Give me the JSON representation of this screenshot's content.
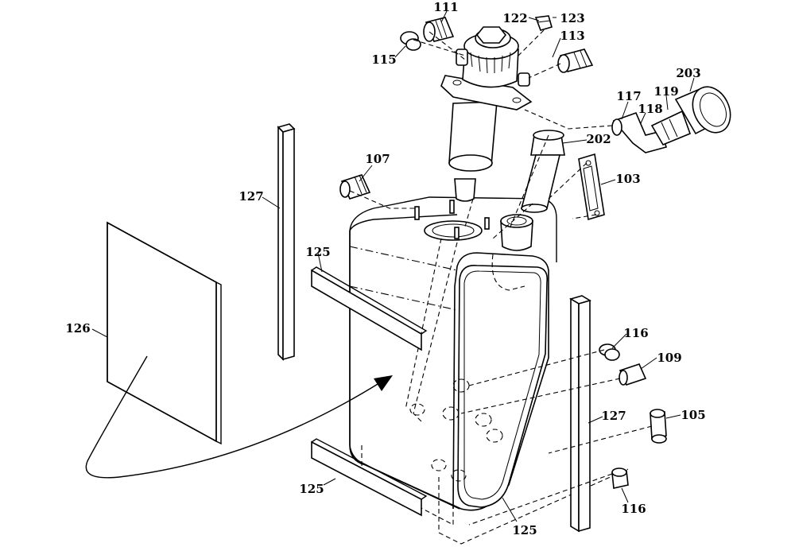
{
  "labels": {
    "l111": "111",
    "l122": "122",
    "l123": "123",
    "l113": "113",
    "l115": "115",
    "l203": "203",
    "l117": "117",
    "l118": "118",
    "l119": "119",
    "l202": "202",
    "l103": "103",
    "l107": "107",
    "l127a": "127",
    "l125a": "125",
    "l126": "126",
    "l116a": "116",
    "l109": "109",
    "l127b": "127",
    "l105": "105",
    "l125b": "125",
    "l116b": "116",
    "l125c": "125"
  }
}
